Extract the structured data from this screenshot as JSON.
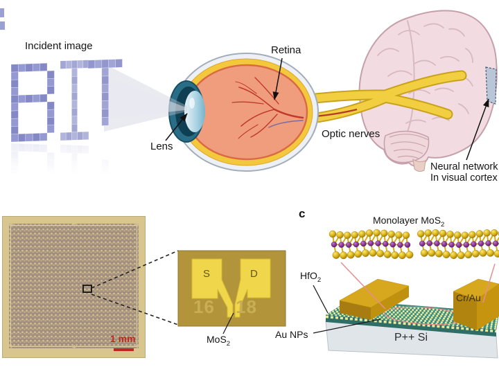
{
  "figure": {
    "panel_a": {
      "incident_image_label": "Incident image",
      "incident_image_text": "BIT",
      "lens_label": "Lens",
      "retina_label": "Retina",
      "optic_nerves_label": "Optic nerves",
      "neural_network_label": {
        "line1": "Neural network",
        "line2": "In visual cortex"
      }
    },
    "panel_b": {
      "scale_bar_label": "1 mm",
      "zoom_inset": {
        "source_label": "S",
        "drain_label": "D",
        "number_left": "16",
        "number_right": "18",
        "channel_label": {
          "base": "MoS",
          "sub": "2"
        }
      }
    },
    "panel_c": {
      "panel_letter": "c",
      "monolayer_label": {
        "base": "Monolayer MoS",
        "sub": "2"
      },
      "gate_dielectric_label": {
        "base": "HfO",
        "sub": "2"
      },
      "electrode_label": "Cr/Au",
      "nanoparticles_label": "Au NPs",
      "substrate_label": "P++ Si"
    },
    "colors": {
      "incident_letters": "#8489c6",
      "eye_fundus": "#f09d7e",
      "sclera_yellow": "#f4c83d",
      "optic_nerve": "#f2ce41",
      "brain": "#f2dce1",
      "visual_cortex_patch": "#b9c6d8",
      "scale_bar_red": "#c1251d",
      "chip_field": "#a59183",
      "chip_border": "#d8c68e",
      "device_background": "#b2953b",
      "electrode_pad_yellow": "#f0d64a",
      "gold_contact": "#d7a71d",
      "hfo2_teal": "#3e8c82",
      "substrate_gray": "#dfe5e9",
      "sulfur_atom": "#e8c820",
      "molybdenum_atom": "#8a3a9a",
      "zoom_link_pink": "#e59090"
    }
  }
}
